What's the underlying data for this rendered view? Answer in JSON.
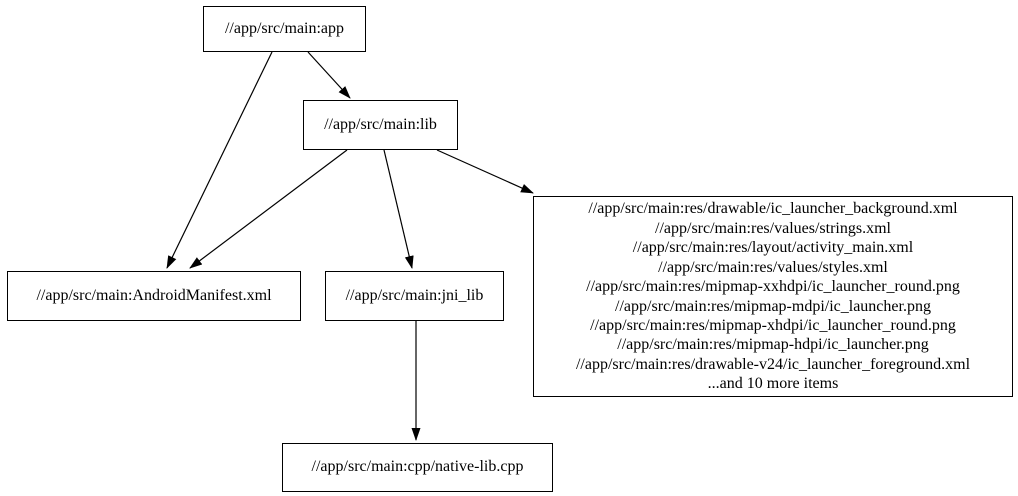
{
  "diagram": {
    "type": "dependency-graph",
    "colors": {
      "background": "#ffffff",
      "node_border": "#000000",
      "text": "#000000",
      "edge": "#000000"
    },
    "nodes": {
      "app": {
        "label": "//app/src/main:app"
      },
      "lib": {
        "label": "//app/src/main:lib"
      },
      "android_manifest": {
        "label": "//app/src/main:AndroidManifest.xml"
      },
      "jni_lib": {
        "label": "//app/src/main:jni_lib"
      },
      "res_files": {
        "lines": [
          "//app/src/main:res/drawable/ic_launcher_background.xml",
          "//app/src/main:res/values/strings.xml",
          "//app/src/main:res/layout/activity_main.xml",
          "//app/src/main:res/values/styles.xml",
          "//app/src/main:res/mipmap-xxhdpi/ic_launcher_round.png",
          "//app/src/main:res/mipmap-mdpi/ic_launcher.png",
          "//app/src/main:res/mipmap-xhdpi/ic_launcher_round.png",
          "//app/src/main:res/mipmap-hdpi/ic_launcher.png",
          "//app/src/main:res/drawable-v24/ic_launcher_foreground.xml",
          "...and 10 more items"
        ]
      },
      "native_lib_cpp": {
        "label": "//app/src/main:cpp/native-lib.cpp"
      }
    },
    "edges": [
      {
        "from": "app",
        "to": "lib"
      },
      {
        "from": "app",
        "to": "android_manifest"
      },
      {
        "from": "lib",
        "to": "android_manifest"
      },
      {
        "from": "lib",
        "to": "jni_lib"
      },
      {
        "from": "lib",
        "to": "res_files"
      },
      {
        "from": "jni_lib",
        "to": "native_lib_cpp"
      }
    ]
  }
}
